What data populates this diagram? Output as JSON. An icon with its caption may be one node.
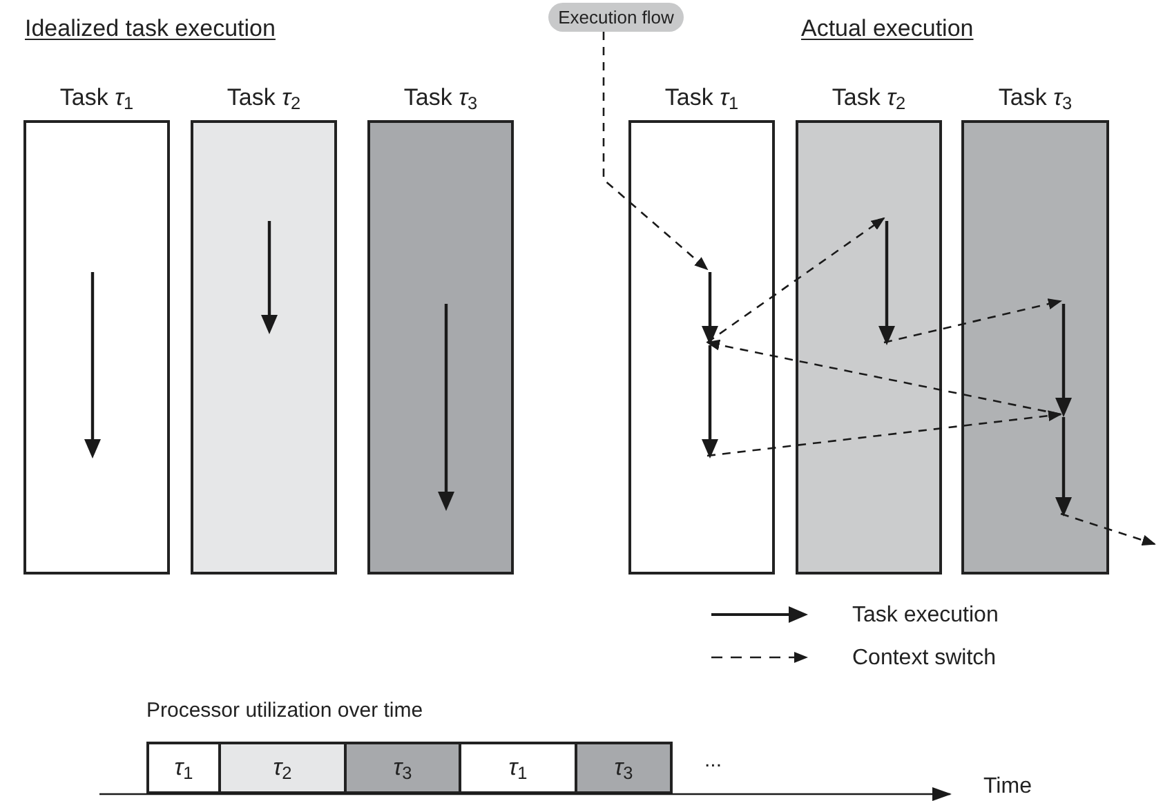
{
  "diagram": {
    "nodes": [
      {
        "text": [
          "Task *τ*$_{1}$"
        ]
      },
      {
        "text": [
          "Task *τ*$_{2}$"
        ]
      },
      {
        "text": [
          "Task *τ*$_{3}$"
        ]
      },
      {
        "text": [
          "Execution flow"
        ]
      },
      {
        "text": [
          "Task *τ*$_{1}$"
        ]
      },
      {
        "text": [
          "Task *τ*$_{2}$"
        ]
      },
      {
        "text": [
          "Task *τ*$_{3}$"
        ]
      },
      {
        "text": [],
        "shape": "arrow",
        "in": 4
      },
      {
        "text": [],
        "shape": "arrow",
        "in": 4
      },
      {
        "text": [],
        "shape": "arrow",
        "in": 5
      },
      {
        "text": [],
        "shape": "arrow",
        "in": 6
      },
      {
        "text": [],
        "shape": "arrow",
        "in": 6
      },
      {
        "text": [
          "*τ*$_{1}$"
        ]
      },
      {
        "text": [
          "*τ*$_{2}$"
        ]
      },
      {
        "text": [
          "*τ*$_{3}$"
        ]
      },
      {
        "text": [
          "*τ*$_{1}$"
        ]
      },
      {
        "text": [
          "*τ*$_{3}$"
        ]
      }
    ],
    "edges": [
      {
        "from": 3,
        "to": 7,
        "arrow": "to",
        "style": "dashed"
      },
      {
        "from": 7,
        "to": 9,
        "arrow": "to",
        "style": "dashed"
      },
      {
        "from": 9,
        "to": 10,
        "arrow": "to",
        "style": "dashed"
      },
      {
        "from": 10,
        "to": 8,
        "arrow": "to",
        "style": "dashed"
      },
      {
        "from": 8,
        "to": 11,
        "arrow": "to",
        "style": "dashed"
      },
      {
        "from": 11,
        "to": null,
        "arrow": "to",
        "style": "dashed"
      }
    ],
    "labels": [
      "Idealized task execution",
      "Actual execution",
      "Processor utilization over time",
      "...",
      "Time"
    ],
    "legend": [
      {
        "text": "Task execution"
      },
      {
        "text": "Context switch"
      }
    ]
  }
}
